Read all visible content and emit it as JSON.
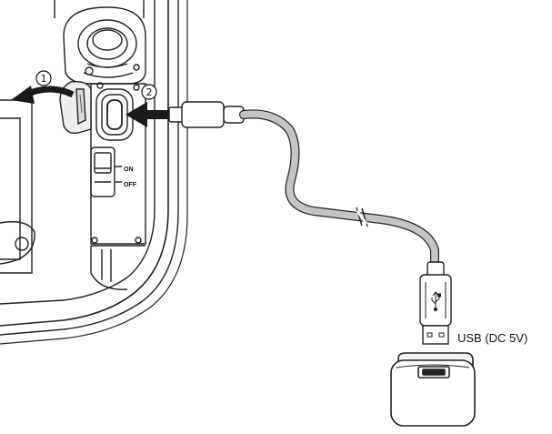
{
  "steps": [
    {
      "number": "1"
    },
    {
      "number": "2"
    }
  ],
  "switch": {
    "on_label": "ON",
    "off_label": "OFF"
  },
  "adapter": {
    "label": "USB (DC 5V)"
  },
  "icons": {
    "usb_symbol": "usb-icon"
  },
  "colors": {
    "line": "#222222",
    "cable": "#bfbfbf",
    "arrow": "#1a1a1a",
    "background": "#ffffff"
  }
}
